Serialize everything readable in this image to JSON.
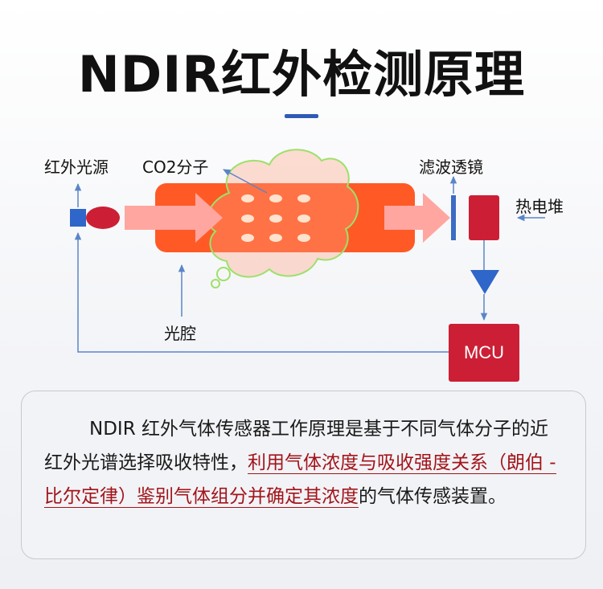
{
  "title": "NDIR红外检测原理",
  "diagram": {
    "ir_source_label": "红外光源",
    "co2_label": "CO2分子",
    "filter_label": "滤波透镜",
    "thermopile_label": "热电堆",
    "cavity_label": "光腔",
    "mcu_label": "MCU",
    "colors": {
      "cavity": "#ff5a26",
      "beam": "#ffa6a0",
      "mcu": "#cc1f35",
      "filter": "#3b6bc4",
      "amplifier": "#2e66c9",
      "arrow_line": "#5a85c7",
      "cloud_outline": "#9ee06a"
    }
  },
  "description": {
    "part1": "NDIR 红外气体传感器工作原理是基于不同气体分子的近红外光谱选择吸收特性，",
    "highlight": "利用气体浓度与吸收强度关系（朗伯 - 比尔定律）鉴别气体组分并确定其浓度",
    "part2": "的气体传感装置。"
  }
}
